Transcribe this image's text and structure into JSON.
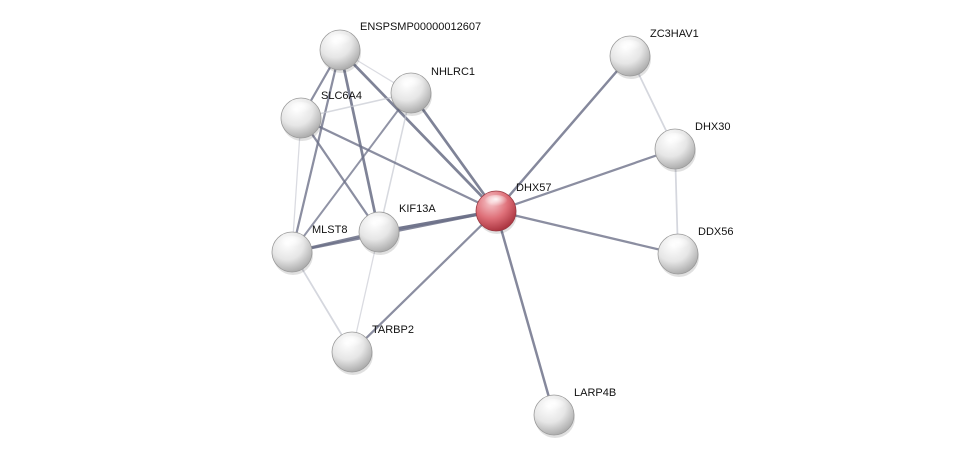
{
  "network": {
    "center": "DHX57",
    "colors": {
      "center_node": "#d9606a",
      "node": "#e4e4e4",
      "edge_strong": "#6c7088",
      "edge_weak": "#c4c6d0"
    },
    "nodes": [
      {
        "id": "ENSPSMP00000012607",
        "label": "ENSPSMP00000012607"
      },
      {
        "id": "NHLRC1",
        "label": "NHLRC1"
      },
      {
        "id": "SLC6A4",
        "label": "SLC6A4"
      },
      {
        "id": "ZC3HAV1",
        "label": "ZC3HAV1"
      },
      {
        "id": "DHX30",
        "label": "DHX30"
      },
      {
        "id": "DHX57",
        "label": "DHX57"
      },
      {
        "id": "KIF13A",
        "label": "KIF13A"
      },
      {
        "id": "MLST8",
        "label": "MLST8"
      },
      {
        "id": "DDX56",
        "label": "DDX56"
      },
      {
        "id": "TARBP2",
        "label": "TARBP2"
      },
      {
        "id": "LARP4B",
        "label": "LARP4B"
      }
    ],
    "edges": [
      {
        "source": "ENSPSMP00000012607",
        "target": "NHLRC1",
        "weight": 0.2
      },
      {
        "source": "ENSPSMP00000012607",
        "target": "SLC6A4",
        "weight": 0.6
      },
      {
        "source": "ENSPSMP00000012607",
        "target": "MLST8",
        "weight": 0.6
      },
      {
        "source": "ENSPSMP00000012607",
        "target": "KIF13A",
        "weight": 0.8
      },
      {
        "source": "ENSPSMP00000012607",
        "target": "DHX57",
        "weight": 0.8
      },
      {
        "source": "NHLRC1",
        "target": "SLC6A4",
        "weight": 0.3
      },
      {
        "source": "NHLRC1",
        "target": "MLST8",
        "weight": 0.5
      },
      {
        "source": "NHLRC1",
        "target": "KIF13A",
        "weight": 0.3
      },
      {
        "source": "NHLRC1",
        "target": "DHX57",
        "weight": 0.8
      },
      {
        "source": "SLC6A4",
        "target": "MLST8",
        "weight": 0.2
      },
      {
        "source": "SLC6A4",
        "target": "KIF13A",
        "weight": 0.6
      },
      {
        "source": "SLC6A4",
        "target": "DHX57",
        "weight": 0.6
      },
      {
        "source": "MLST8",
        "target": "KIF13A",
        "weight": 0.8
      },
      {
        "source": "MLST8",
        "target": "DHX57",
        "weight": 0.7
      },
      {
        "source": "MLST8",
        "target": "TARBP2",
        "weight": 0.4
      },
      {
        "source": "KIF13A",
        "target": "DHX57",
        "weight": 1.0
      },
      {
        "source": "KIF13A",
        "target": "TARBP2",
        "weight": 0.2
      },
      {
        "source": "TARBP2",
        "target": "DHX57",
        "weight": 0.6
      },
      {
        "source": "ZC3HAV1",
        "target": "DHX57",
        "weight": 0.7
      },
      {
        "source": "ZC3HAV1",
        "target": "DHX30",
        "weight": 0.4
      },
      {
        "source": "DHX30",
        "target": "DHX57",
        "weight": 0.6
      },
      {
        "source": "DHX30",
        "target": "DDX56",
        "weight": 0.4
      },
      {
        "source": "DDX56",
        "target": "DHX57",
        "weight": 0.6
      },
      {
        "source": "LARP4B",
        "target": "DHX57",
        "weight": 0.7
      }
    ]
  }
}
